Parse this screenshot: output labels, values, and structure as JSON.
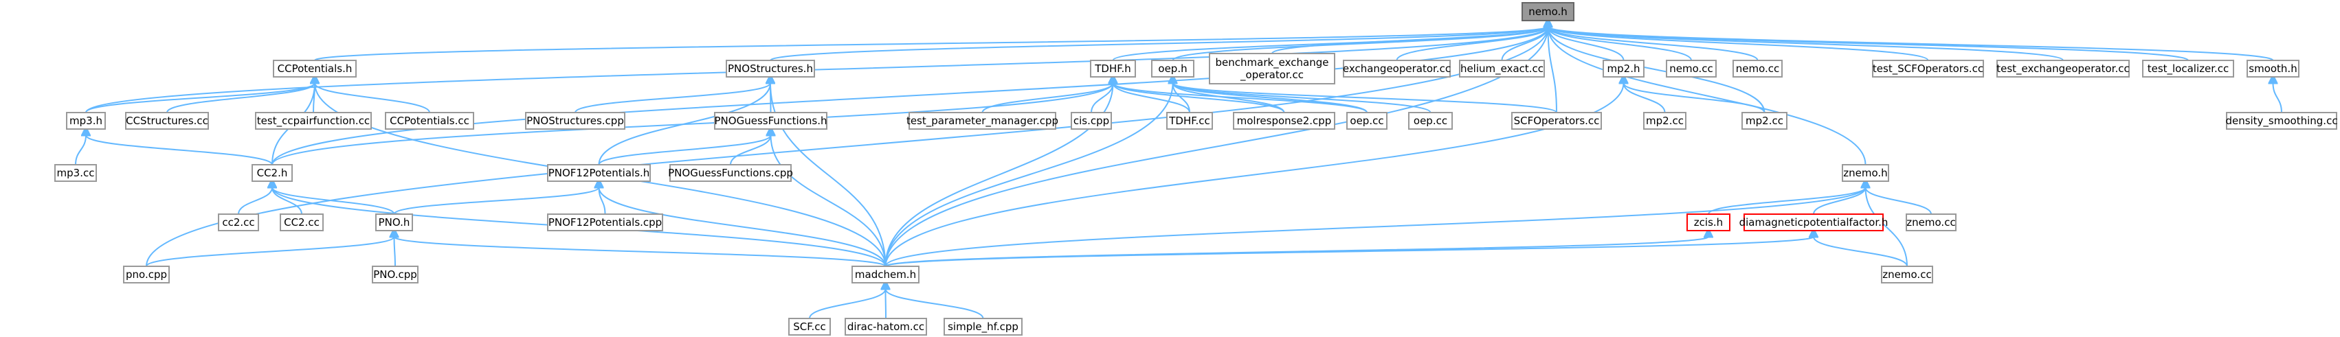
{
  "colors": {
    "edge": "#63b8ff",
    "node_border": "#999999",
    "root_fill": "#999999",
    "red_border": "#ff0000"
  },
  "nodes": {
    "nemo_h": [
      "nemo.h"
    ],
    "ccpotentials_h": [
      "CCPotentials.h"
    ],
    "pnostructures_h": [
      "PNOStructures.h"
    ],
    "tdhf_h": [
      "TDHF.h"
    ],
    "oep_h": [
      "oep.h"
    ],
    "benchmark": [
      "benchmark_exchange",
      "_operator.cc"
    ],
    "exchangeoperator_cc": [
      "exchangeoperator.cc"
    ],
    "helium_exact_cc": [
      "helium_exact.cc"
    ],
    "mp2_h": [
      "mp2.h"
    ],
    "nemo_cc_1": [
      "nemo.cc"
    ],
    "nemo_cc_2": [
      "nemo.cc"
    ],
    "test_scfoperators_cc": [
      "test_SCFOperators.cc"
    ],
    "test_exchangeoperator_cc": [
      "test_exchangeoperator.cc"
    ],
    "test_localizer_cc": [
      "test_localizer.cc"
    ],
    "smooth_h": [
      "smooth.h"
    ],
    "mp3_h": [
      "mp3.h"
    ],
    "ccstructures_cc": [
      "CCStructures.cc"
    ],
    "test_ccpairfunction_cc": [
      "test_ccpairfunction.cc"
    ],
    "ccpotentials_cc": [
      "CCPotentials.cc"
    ],
    "pnostructures_cpp": [
      "PNOStructures.cpp"
    ],
    "pnoguessfunctions_h": [
      "PNOGuessFunctions.h"
    ],
    "test_parameter_manager_cpp": [
      "test_parameter_manager.cpp"
    ],
    "cis_cpp": [
      "cis.cpp"
    ],
    "tdhf_cc": [
      "TDHF.cc"
    ],
    "molresponse2_cpp": [
      "molresponse2.cpp"
    ],
    "oep_cc_1": [
      "oep.cc"
    ],
    "oep_cc_2": [
      "oep.cc"
    ],
    "scfoperators_cc": [
      "SCFOperators.cc"
    ],
    "mp2_cc_1": [
      "mp2.cc"
    ],
    "mp2_cc_2": [
      "mp2.cc"
    ],
    "density_smoothing_cc": [
      "density_smoothing.cc"
    ],
    "mp3_cc": [
      "mp3.cc"
    ],
    "cc2_h": [
      "CC2.h"
    ],
    "pnof12potentials_h": [
      "PNOF12Potentials.h"
    ],
    "pnoguessfunctions_cpp": [
      "PNOGuessFunctions.cpp"
    ],
    "znemo_h": [
      "znemo.h"
    ],
    "cc2_cc_1": [
      "cc2.cc"
    ],
    "cc2_cc_2": [
      "CC2.cc"
    ],
    "pno_h": [
      "PNO.h"
    ],
    "pnof12potentials_cpp": [
      "PNOF12Potentials.cpp"
    ],
    "zcis_h": [
      "zcis.h"
    ],
    "diamagnetic_h": [
      "diamagneticpotentialfactor.h"
    ],
    "znemo_cc_1": [
      "znemo.cc"
    ],
    "pno_cpp": [
      "pno.cpp"
    ],
    "pno_cpp_file": [
      "PNO.cpp"
    ],
    "madchem_h": [
      "madchem.h"
    ],
    "znemo_cc_2": [
      "znemo.cc"
    ],
    "scf_cc": [
      "SCF.cc"
    ],
    "dirac_hatom_cc": [
      "dirac-hatom.cc"
    ],
    "simple_hf_cpp": [
      "simple_hf.cpp"
    ]
  },
  "edges": [
    [
      "nemo_h",
      "ccpotentials_h"
    ],
    [
      "nemo_h",
      "pnostructures_h"
    ],
    [
      "nemo_h",
      "tdhf_h"
    ],
    [
      "nemo_h",
      "oep_h"
    ],
    [
      "nemo_h",
      "benchmark"
    ],
    [
      "nemo_h",
      "exchangeoperator_cc"
    ],
    [
      "nemo_h",
      "helium_exact_cc"
    ],
    [
      "nemo_h",
      "mp2_h"
    ],
    [
      "nemo_h",
      "nemo_cc_1"
    ],
    [
      "nemo_h",
      "nemo_cc_2"
    ],
    [
      "nemo_h",
      "test_scfoperators_cc"
    ],
    [
      "nemo_h",
      "test_exchangeoperator_cc"
    ],
    [
      "nemo_h",
      "test_localizer_cc"
    ],
    [
      "nemo_h",
      "smooth_h"
    ],
    [
      "nemo_h",
      "mp3_h"
    ],
    [
      "nemo_h",
      "cc2_h"
    ],
    [
      "nemo_h",
      "pno_cpp"
    ],
    [
      "nemo_h",
      "madchem_h"
    ],
    [
      "nemo_h",
      "scfoperators_cc"
    ],
    [
      "nemo_h",
      "mp2_cc_2"
    ],
    [
      "nemo_h",
      "znemo_h"
    ],
    [
      "ccpotentials_h",
      "mp3_h"
    ],
    [
      "ccpotentials_h",
      "ccstructures_cc"
    ],
    [
      "ccpotentials_h",
      "test_ccpairfunction_cc"
    ],
    [
      "ccpotentials_h",
      "ccpotentials_cc"
    ],
    [
      "ccpotentials_h",
      "cc2_h"
    ],
    [
      "ccpotentials_h",
      "madchem_h"
    ],
    [
      "pnostructures_h",
      "pnostructures_cpp"
    ],
    [
      "pnostructures_h",
      "pnoguessfunctions_h"
    ],
    [
      "pnostructures_h",
      "pnof12potentials_h"
    ],
    [
      "pnostructures_h",
      "madchem_h"
    ],
    [
      "tdhf_h",
      "test_parameter_manager_cpp"
    ],
    [
      "tdhf_h",
      "cis_cpp"
    ],
    [
      "tdhf_h",
      "tdhf_cc"
    ],
    [
      "tdhf_h",
      "molresponse2_cpp"
    ],
    [
      "tdhf_h",
      "oep_cc_1"
    ],
    [
      "tdhf_h",
      "madchem_h"
    ],
    [
      "tdhf_h",
      "cc2_h"
    ],
    [
      "oep_h",
      "tdhf_cc"
    ],
    [
      "oep_h",
      "molresponse2_cpp"
    ],
    [
      "oep_h",
      "oep_cc_1"
    ],
    [
      "oep_h",
      "oep_cc_2"
    ],
    [
      "oep_h",
      "scfoperators_cc"
    ],
    [
      "oep_h",
      "madchem_h"
    ],
    [
      "mp2_h",
      "mp2_cc_1"
    ],
    [
      "mp2_h",
      "mp2_cc_2"
    ],
    [
      "mp2_h",
      "madchem_h"
    ],
    [
      "smooth_h",
      "density_smoothing_cc"
    ],
    [
      "mp3_h",
      "mp3_cc"
    ],
    [
      "mp3_h",
      "cc2_h"
    ],
    [
      "pnoguessfunctions_h",
      "pnof12potentials_h"
    ],
    [
      "pnoguessfunctions_h",
      "pnoguessfunctions_cpp"
    ],
    [
      "pnoguessfunctions_h",
      "madchem_h"
    ],
    [
      "cc2_h",
      "cc2_cc_1"
    ],
    [
      "cc2_h",
      "cc2_cc_2"
    ],
    [
      "cc2_h",
      "pno_h"
    ],
    [
      "cc2_h",
      "madchem_h"
    ],
    [
      "pnof12potentials_h",
      "pno_h"
    ],
    [
      "pnof12potentials_h",
      "pnof12potentials_cpp"
    ],
    [
      "pnof12potentials_h",
      "madchem_h"
    ],
    [
      "znemo_h",
      "zcis_h"
    ],
    [
      "znemo_h",
      "diamagnetic_h"
    ],
    [
      "znemo_h",
      "znemo_cc_1"
    ],
    [
      "znemo_h",
      "znemo_cc_2"
    ],
    [
      "znemo_h",
      "madchem_h"
    ],
    [
      "pno_h",
      "pno_cpp"
    ],
    [
      "pno_h",
      "pno_cpp_file"
    ],
    [
      "pno_h",
      "madchem_h"
    ],
    [
      "zcis_h",
      "madchem_h"
    ],
    [
      "diamagnetic_h",
      "madchem_h"
    ],
    [
      "diamagnetic_h",
      "znemo_cc_2"
    ],
    [
      "madchem_h",
      "scf_cc"
    ],
    [
      "madchem_h",
      "dirac_hatom_cc"
    ],
    [
      "madchem_h",
      "simple_hf_cpp"
    ]
  ]
}
